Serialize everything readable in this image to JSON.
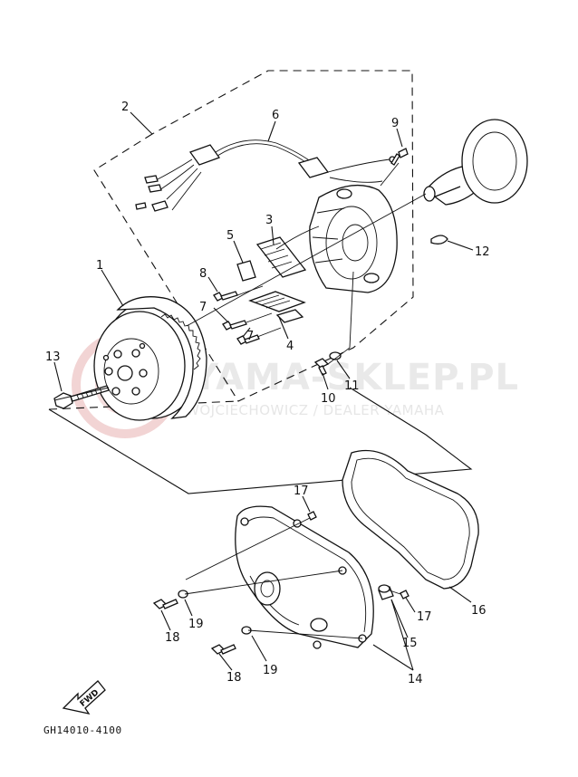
{
  "callouts": [
    "1",
    "2",
    "3",
    "4",
    "5",
    "6",
    "7",
    "7",
    "8",
    "9",
    "10",
    "11",
    "12",
    "13",
    "14",
    "15",
    "16",
    "17",
    "17",
    "18",
    "18",
    "19",
    "19"
  ],
  "diagram_code": "GH14010-4100",
  "fwd_label": "FWD",
  "watermark": {
    "title": "YAMA-SKLEP.PL",
    "subtitle": "WOJCIECHOWICZ / DEALER YAMAHA"
  },
  "colors": {
    "line": "#111111",
    "watermark": "#e9e9e9",
    "watermark_logo": "#f2d2d2"
  }
}
